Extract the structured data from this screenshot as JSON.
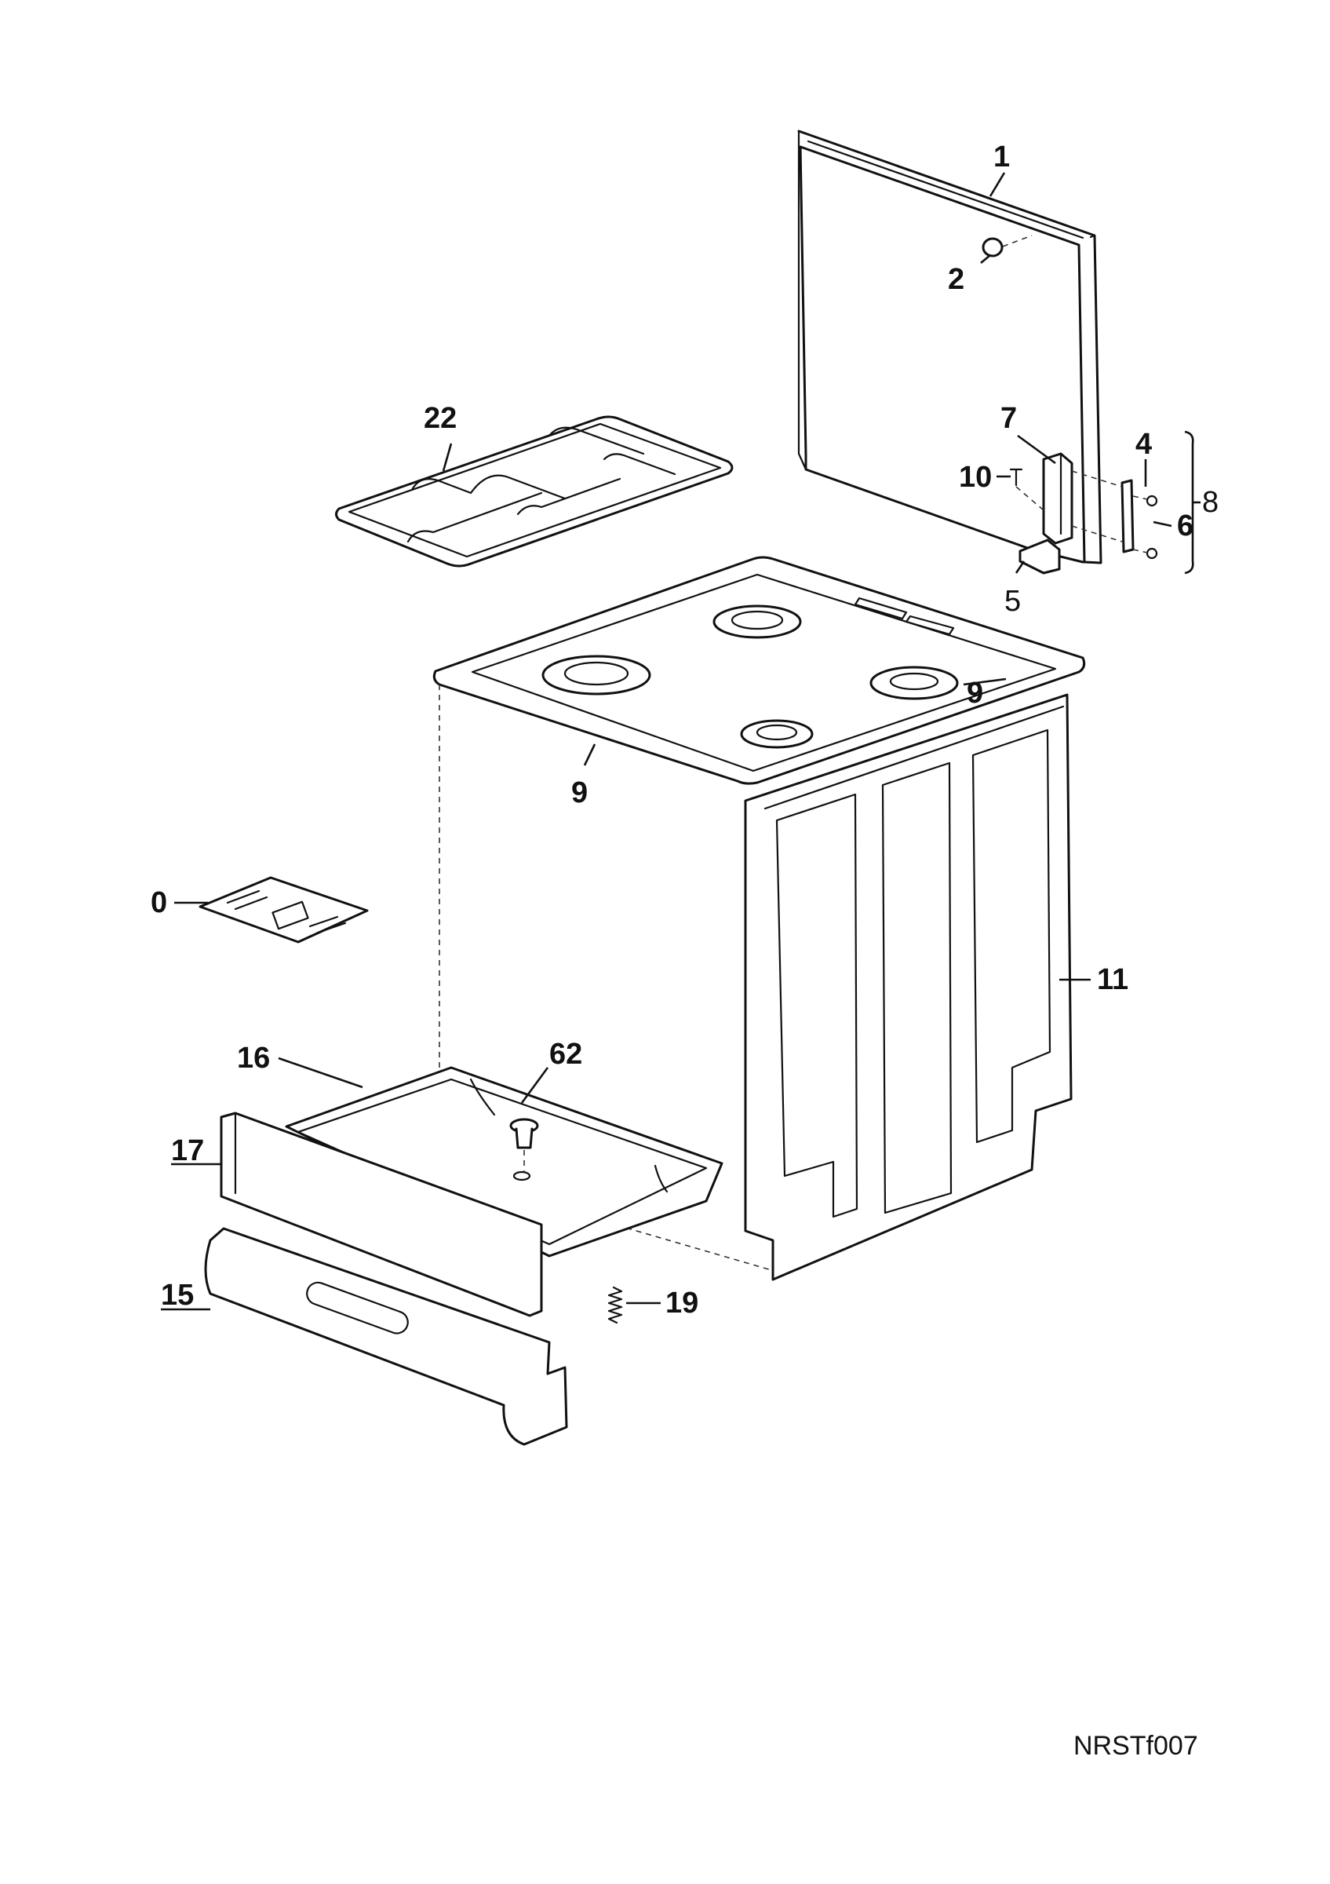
{
  "callouts": {
    "c0": "0",
    "c1": "1",
    "c2": "2",
    "c4": "4",
    "c5": "5",
    "c6": "6",
    "c7": "7",
    "c8": "8",
    "c9_right": "9",
    "c9_front": "9",
    "c10": "10",
    "c11": "11",
    "c15": "15",
    "c16": "16",
    "c17": "17",
    "c19": "19",
    "c22": "22",
    "c62": "62"
  },
  "drawing_code": "NRSTf007"
}
